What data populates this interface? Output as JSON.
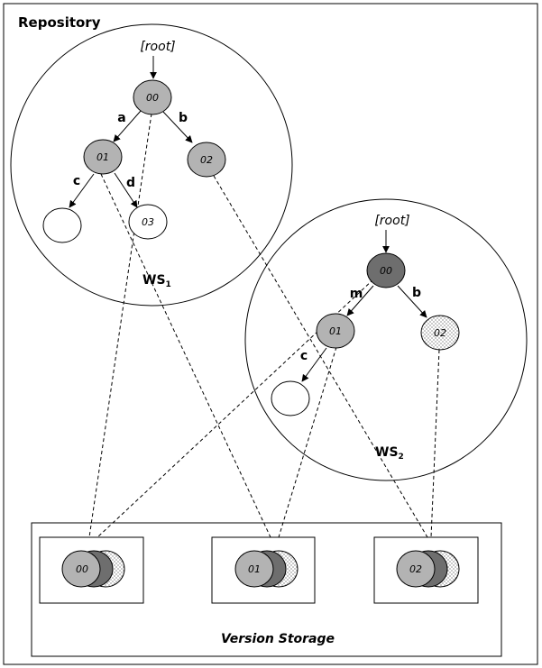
{
  "repository": {
    "title": "Repository"
  },
  "ws1": {
    "label": "WS",
    "subscript": "1",
    "root_label": "[root]",
    "nodes": {
      "n00": "00",
      "n01": "01",
      "n02": "02",
      "n03": "03"
    },
    "edges": {
      "a": "a",
      "b": "b",
      "c": "c",
      "d": "d"
    }
  },
  "ws2": {
    "label": "WS",
    "subscript": "2",
    "root_label": "[root]",
    "nodes": {
      "n00": "00",
      "n01": "01",
      "n02": "02"
    },
    "edges": {
      "m": "m",
      "b": "b",
      "c": "c"
    }
  },
  "version_storage": {
    "title": "Version Storage",
    "groups": [
      {
        "label": "00"
      },
      {
        "label": "01"
      },
      {
        "label": "02"
      }
    ]
  },
  "colors": {
    "light_gray": "#b3b3b3",
    "dark_gray": "#6e6e6e",
    "white": "#ffffff"
  }
}
